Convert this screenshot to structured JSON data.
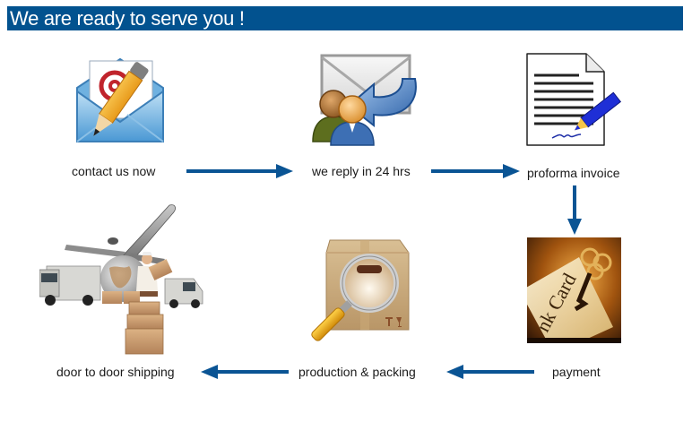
{
  "banner": {
    "title": "We are ready to serve you !"
  },
  "colors": {
    "brand": "#02528f",
    "arrow": "#0a5494"
  },
  "steps": [
    {
      "id": "contact",
      "label": "contact us now",
      "icon": "email-compose-icon"
    },
    {
      "id": "reply",
      "label": "we reply in 24 hrs",
      "icon": "email-reply-icon"
    },
    {
      "id": "invoice",
      "label": "proforma invoice",
      "icon": "invoice-document-icon"
    },
    {
      "id": "payment",
      "label": "payment",
      "icon": "bank-card-key-icon",
      "card_text": "nk Card"
    },
    {
      "id": "production",
      "label": "production & packing",
      "icon": "box-magnifier-icon"
    },
    {
      "id": "shipping",
      "label": "door to door shipping",
      "icon": "shipping-logistics-icon"
    }
  ],
  "flow": [
    {
      "from": "contact",
      "to": "reply",
      "direction": "right"
    },
    {
      "from": "reply",
      "to": "invoice",
      "direction": "right"
    },
    {
      "from": "invoice",
      "to": "payment",
      "direction": "down"
    },
    {
      "from": "payment",
      "to": "production",
      "direction": "left"
    },
    {
      "from": "production",
      "to": "shipping",
      "direction": "left"
    }
  ]
}
